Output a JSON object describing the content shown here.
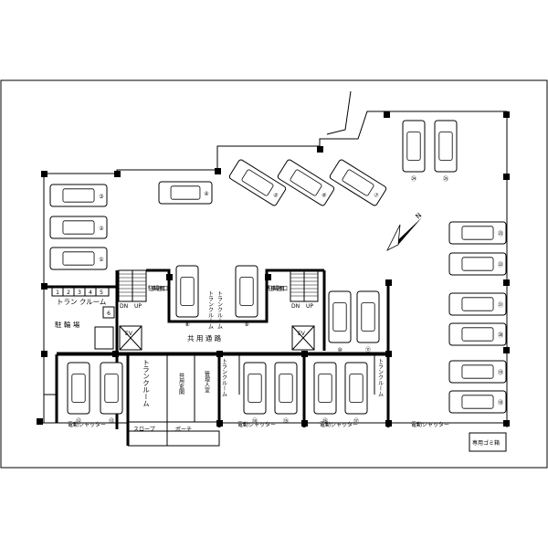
{
  "labels": {
    "tranroom_h": "トラン クルーム",
    "tran_numbers": [
      "1",
      "2",
      "3",
      "4",
      "5"
    ],
    "tran_number_6": "6",
    "parking_lot": "駐 輪 場",
    "common_corridor": "共 用 通 路",
    "tranroom_v": "トランクルーム",
    "common_entrance": "共用玄関",
    "manager_room": "管理人室",
    "slope": "スロープ",
    "porch": "ポーチ",
    "garbage": "専用ゴミ箱",
    "shutter": "電動シャッター",
    "parking_entrance": "駐車場適用口",
    "ev": "EV",
    "dn": "DN",
    "up": "UP",
    "tran_small": "トランクルーム",
    "north": "N"
  },
  "parking_spaces": [
    {
      "n": "①"
    },
    {
      "n": "②"
    },
    {
      "n": "③"
    },
    {
      "n": "④"
    },
    {
      "n": "⑤"
    },
    {
      "n": "⑥"
    },
    {
      "n": "⑦"
    },
    {
      "n": "⑧"
    },
    {
      "n": "⑨"
    },
    {
      "n": "⑩"
    },
    {
      "n": "⑪"
    },
    {
      "n": "⑫"
    },
    {
      "n": "⑬"
    },
    {
      "n": "⑭"
    },
    {
      "n": "⑮"
    },
    {
      "n": "⑯"
    },
    {
      "n": "⑰"
    },
    {
      "n": "⑱"
    },
    {
      "n": "⑲"
    },
    {
      "n": "⑳"
    },
    {
      "n": "㉑"
    },
    {
      "n": "㉒"
    },
    {
      "n": "㉓"
    },
    {
      "n": "㉔"
    },
    {
      "n": "㉕"
    }
  ]
}
